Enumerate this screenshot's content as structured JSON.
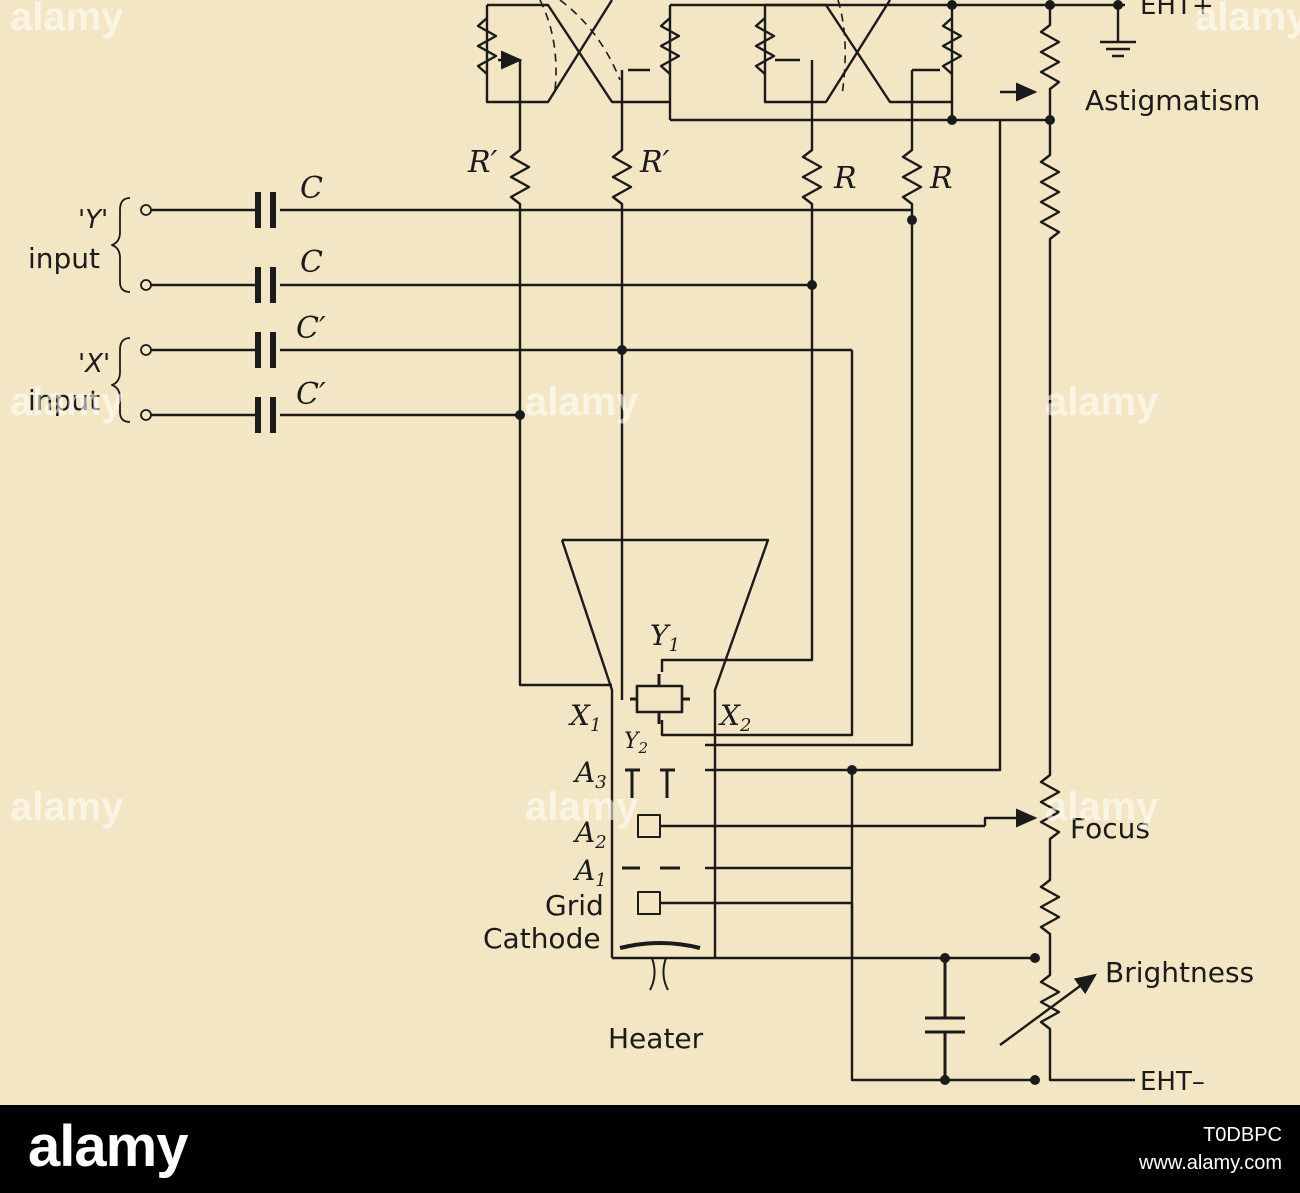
{
  "diagram": {
    "labels": {
      "eht_plus": "EHT+",
      "astigmatism": "Astigmatism",
      "r_prime": "R′",
      "r": "R",
      "c": "C",
      "c_prime": "C′",
      "y_input_q": "'Y'",
      "x_input_q": "'X'",
      "input": "input",
      "y1": "Y",
      "y1_sub": "1",
      "y2": "Y",
      "y2_sub": "2",
      "x1": "X",
      "x1_sub": "1",
      "x2": "X",
      "x2_sub": "2",
      "a3": "A",
      "a3_sub": "3",
      "a2": "A",
      "a2_sub": "2",
      "a1": "A",
      "a1_sub": "1",
      "grid": "Grid",
      "cathode": "Cathode",
      "heater": "Heater",
      "focus": "Focus",
      "brightness": "Brightness",
      "eht_minus": "EHT–"
    },
    "watermark": "alamy"
  },
  "footer": {
    "logo": "alamy",
    "image_id": "T0DBPC",
    "site": "www.alamy.com"
  }
}
